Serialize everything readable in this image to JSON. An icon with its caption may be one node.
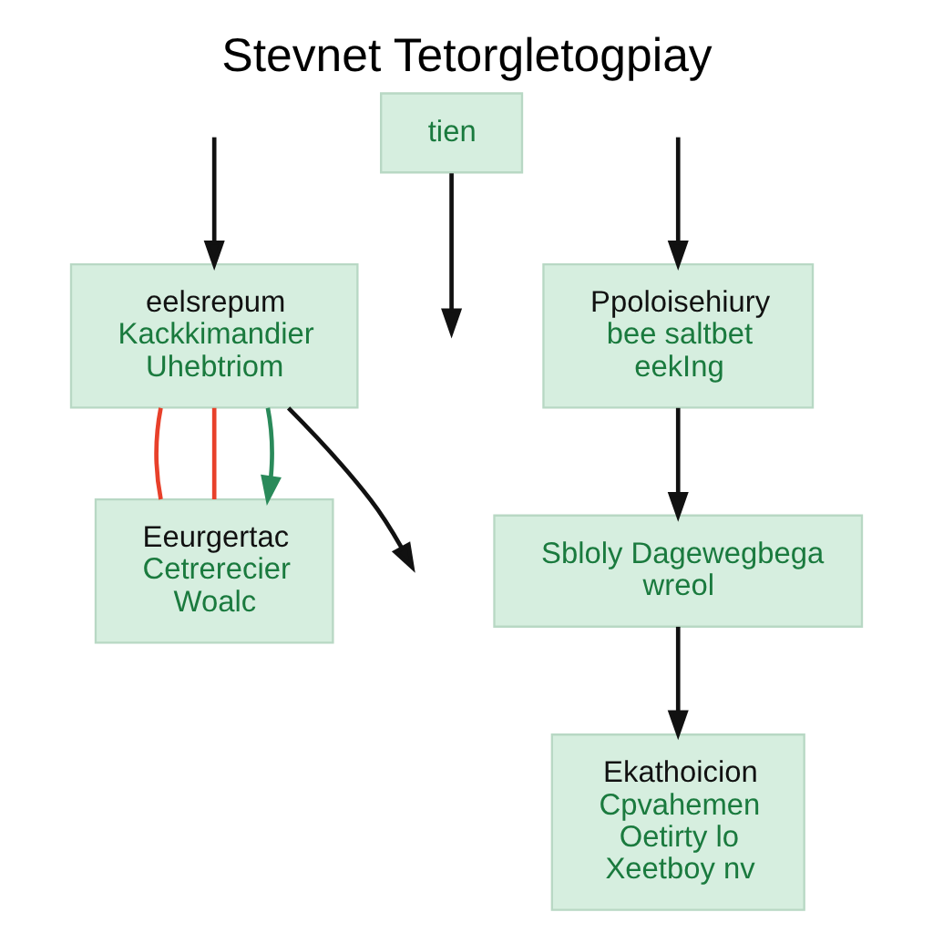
{
  "diagram": {
    "title": "Stevnet Tetorgletogpiay",
    "nodes": [
      {
        "text": [
          "eelsrepum",
          "Kackkimandier",
          "Uhebtriom"
        ]
      },
      {
        "text": [
          "tien"
        ]
      },
      {
        "text": [
          "Ppoloisehiury",
          "bee saltbet",
          "eekIng"
        ]
      },
      {
        "text": [
          "Eeurgertac",
          "Cetrerecier",
          "Woalc"
        ]
      },
      {
        "text": [
          "Ekathoicion",
          "Cpvahemen",
          "Oetirty lo",
          "Xeetboy nv"
        ]
      },
      {
        "text": [
          "Sbloly Dagewegbega",
          "wreol"
        ]
      }
    ],
    "edges": [
      {
        "from": 0,
        "to": null,
        "arrow": "to"
      },
      {
        "from": 1,
        "to": null,
        "arrow": "to"
      },
      {
        "from": null,
        "to": 0,
        "arrow": "to"
      },
      {
        "from": 0,
        "to": 3,
        "arrow": "none",
        "color": "#e8402a"
      },
      {
        "from": 0,
        "to": 3,
        "arrow": "none",
        "color": "#e8402a"
      },
      {
        "from": 0,
        "to": 3,
        "arrow": "to",
        "color": "#2a8a5a"
      },
      {
        "from": null,
        "to": 2,
        "arrow": "to"
      },
      {
        "from": 2,
        "to": 5,
        "arrow": "to"
      },
      {
        "from": 5,
        "to": 4,
        "arrow": "to"
      }
    ]
  }
}
